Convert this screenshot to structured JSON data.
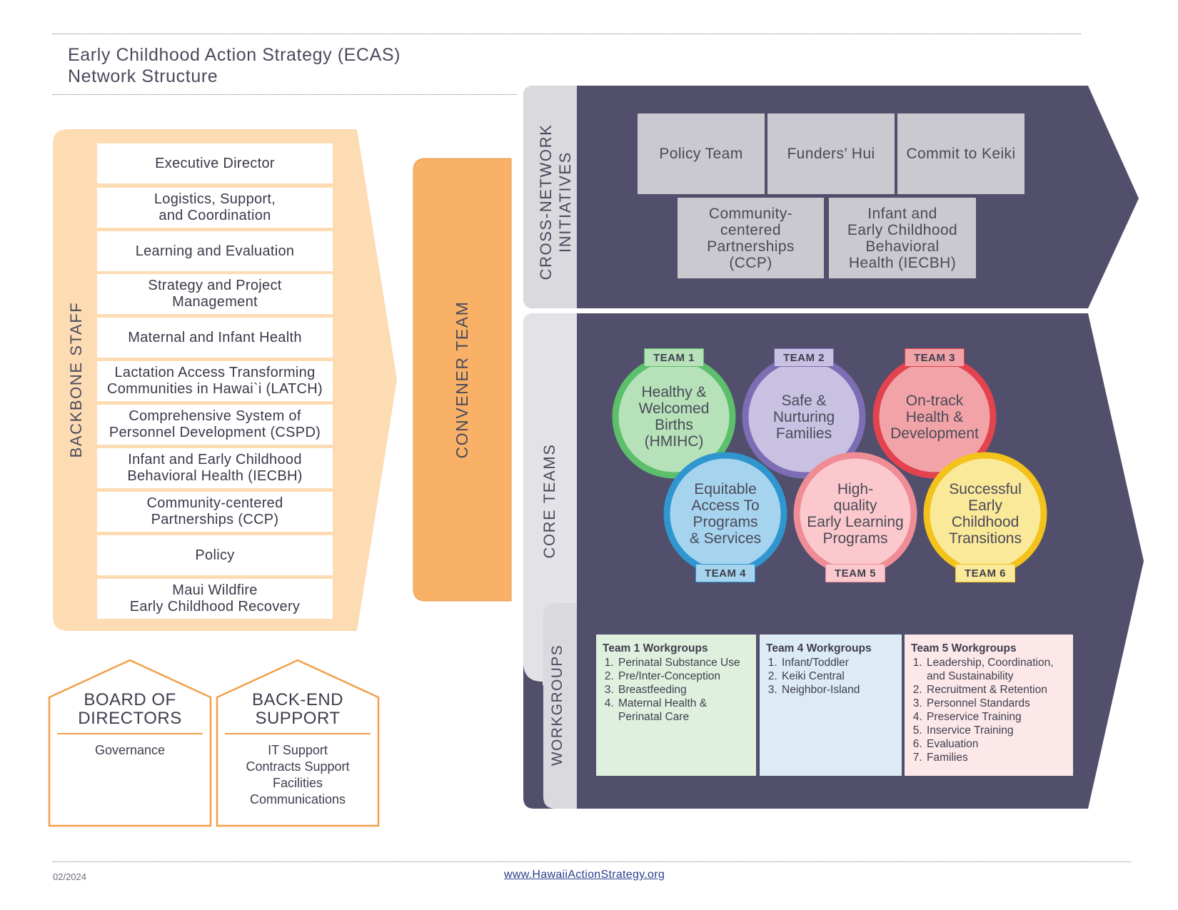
{
  "header": {
    "title_line1": "Early Childhood Action Strategy (ECAS)",
    "title_line2": "Network Structure"
  },
  "backbone": {
    "label": "BACKBONE STAFF",
    "items": [
      "Executive Director",
      "Logistics, Support,\nand Coordination",
      "Learning and Evaluation",
      "Strategy and Project\nManagement",
      "Maternal and Infant Health",
      "Lactation Access Transforming\nCommunities in Hawai`i (LATCH)",
      "Comprehensive System of\nPersonnel Development (CSPD)",
      "Infant and Early Childhood\nBehavioral Health (IECBH)",
      "Community-centered\nPartnerships (CCP)",
      "Policy",
      "Maui Wildfire\nEarly Childhood Recovery"
    ]
  },
  "convener": {
    "label": "CONVENER TEAM"
  },
  "cross_network": {
    "label_line1": "CROSS-NETWORK",
    "label_line2": "INITIATIVES",
    "items": [
      "Policy Team",
      "Funders’ Hui",
      "Commit to Keiki",
      "Community-\ncentered\nPartnerships\n(CCP)",
      "Infant and\nEarly Childhood\nBehavioral\nHealth (IECBH)"
    ]
  },
  "core_teams": {
    "label": "CORE TEAMS",
    "teams": [
      {
        "tag": "TEAM 1",
        "name": "Healthy &\nWelcomed\nBirths\n(HMIHC)",
        "color": "#5cbf6b",
        "fill": "#b6e1b9",
        "tag_fill": "#b6e1b9"
      },
      {
        "tag": "TEAM 2",
        "name": "Safe &\nNurturing\nFamilies",
        "color": "#7d6db4",
        "fill": "#c9c1e2",
        "tag_fill": "#c9c1e2"
      },
      {
        "tag": "TEAM 3",
        "name": "On-track\nHealth &\nDevelopment",
        "color": "#e2434f",
        "fill": "#f2a3a8",
        "tag_fill": "#f2a3a8"
      },
      {
        "tag": "TEAM 4",
        "name": "Equitable\nAccess To\nPrograms\n& Services",
        "color": "#2f96cf",
        "fill": "#a6d4ef",
        "tag_fill": "#a6d4ef"
      },
      {
        "tag": "TEAM 5",
        "name": "High-\nquality\nEarly Learning\nPrograms",
        "color": "#ef8c95",
        "fill": "#fbc9cd",
        "tag_fill": "#fbc9cd"
      },
      {
        "tag": "TEAM 6",
        "name": "Successful\nEarly\nChildhood\nTransitions",
        "color": "#f3c21b",
        "fill": "#fbe99a",
        "tag_fill": "#fbe99a"
      }
    ]
  },
  "workgroups": {
    "label": "WORKGROUPS",
    "groups": [
      {
        "title": "Team 1 Workgroups",
        "bg": "#dff0de",
        "items": [
          "Perinatal Substance Use",
          "Pre/Inter-Conception",
          "Breastfeeding",
          "Maternal Health & Perinatal Care"
        ]
      },
      {
        "title": "Team 4 Workgroups",
        "bg": "#dcebf5",
        "items": [
          "Infant/Toddler",
          "Keiki Central",
          "Neighbor-Island"
        ]
      },
      {
        "title": "Team 5 Workgroups",
        "bg": "#fce8e9",
        "items": [
          "Leadership, Coordination, and Sustainability",
          "Recruitment & Retention",
          "Personnel Standards",
          "Preservice Training",
          "Inservice Training",
          "Evaluation",
          "Families"
        ]
      }
    ]
  },
  "board": {
    "title": "BOARD OF\nDIRECTORS",
    "body": "Governance"
  },
  "backend": {
    "title": "BACK-END\nSUPPORT",
    "body": "IT Support\nContracts Support\nFacilities\nCommunications"
  },
  "footer": {
    "date": "02/2024",
    "url": "www.HawaiiActionStrategy.org"
  },
  "colors": {
    "navy": "#514f6b",
    "orange": "#f9b167",
    "peach": "#fddcb4",
    "house_border": "#f2a04a",
    "gray_box": "#c9c9cf"
  }
}
